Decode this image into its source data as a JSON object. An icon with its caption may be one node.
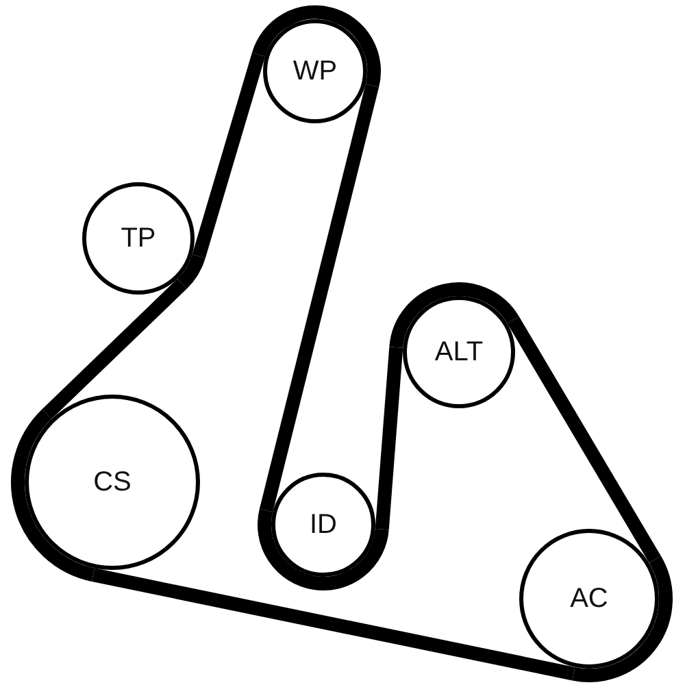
{
  "diagram": {
    "nodes": [
      {
        "text": [
          "WP"
        ]
      },
      {
        "text": [
          "TP"
        ]
      },
      {
        "text": [
          "ALT"
        ]
      },
      {
        "text": [
          "CS"
        ]
      },
      {
        "text": [
          "ID"
        ]
      },
      {
        "text": [
          "AC"
        ]
      }
    ],
    "edges": [
      {
        "from": 3,
        "to": 1,
        "arrow": "none"
      },
      {
        "from": 1,
        "to": 0,
        "arrow": "none"
      },
      {
        "from": 0,
        "to": 4,
        "arrow": "none"
      },
      {
        "from": 4,
        "to": 2,
        "arrow": "none"
      },
      {
        "from": 2,
        "to": 5,
        "arrow": "none"
      },
      {
        "from": 5,
        "to": 3,
        "arrow": "none"
      }
    ]
  }
}
